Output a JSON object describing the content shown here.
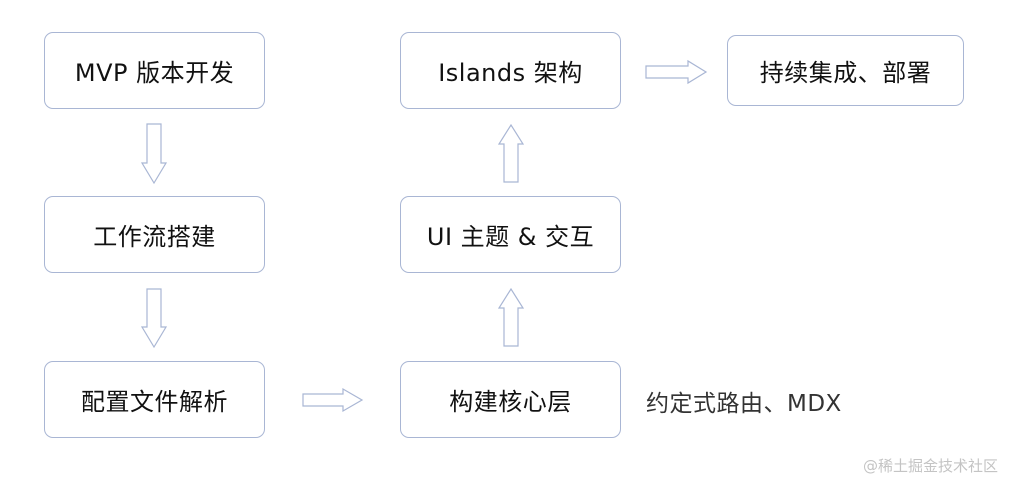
{
  "nodes": {
    "mvp": "MVP 版本开发",
    "workflow": "工作流搭建",
    "config": "配置文件解析",
    "core": "构建核心层",
    "ui": "UI 主题 & 交互",
    "islands": "Islands 架构",
    "ci": "持续集成、部署"
  },
  "note": "约定式路由、MDX",
  "watermark": "@稀土掘金技术社区",
  "colors": {
    "border": "#a9b6d4",
    "text": "#111111",
    "note": "#333333",
    "watermark": "#c4c4c4"
  }
}
